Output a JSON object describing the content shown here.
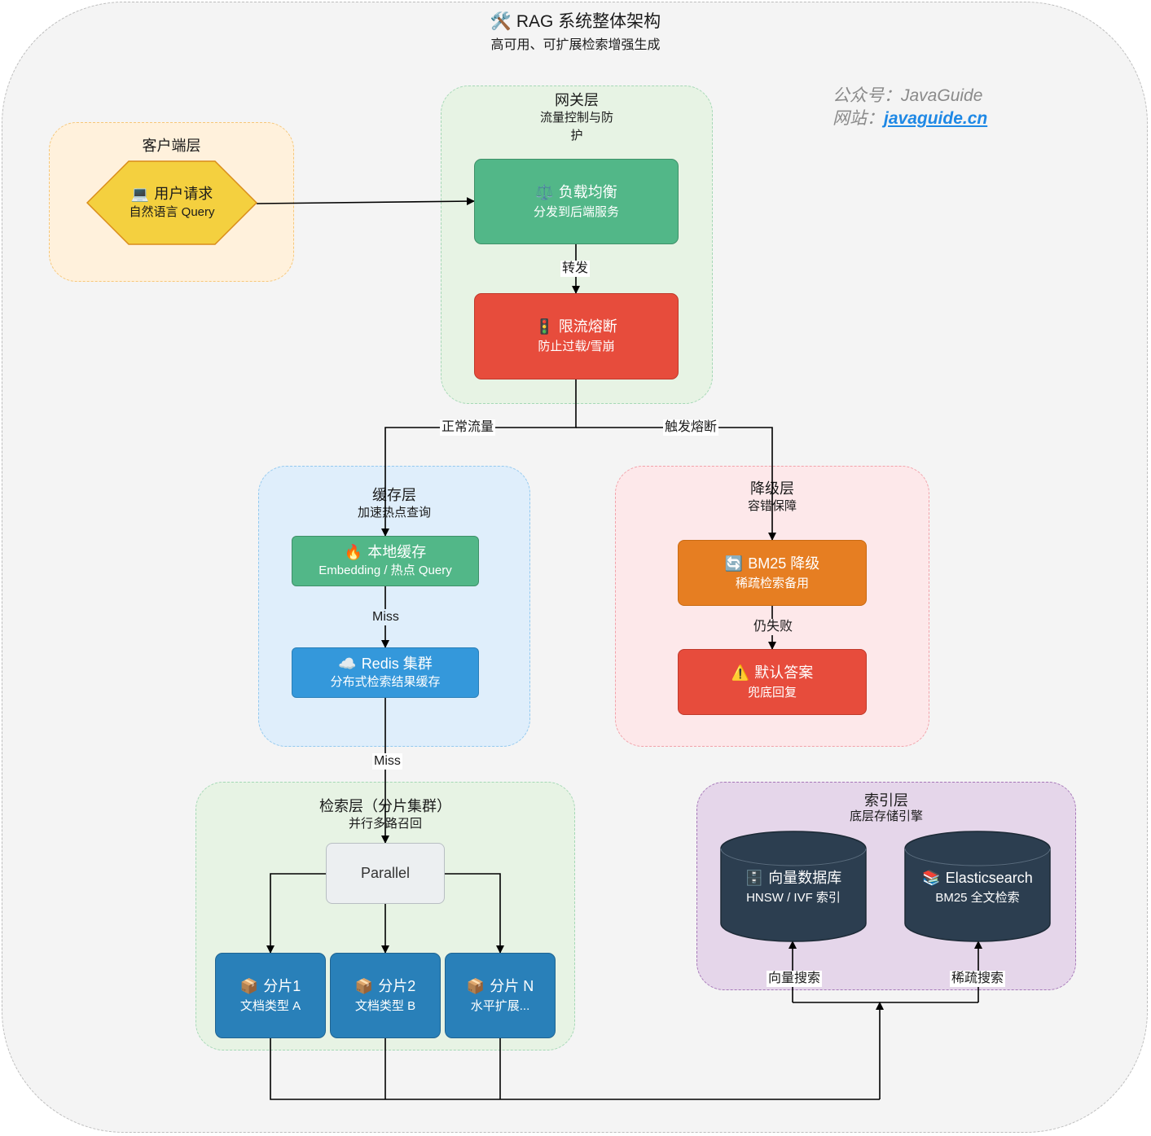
{
  "header": {
    "title_icon": "🛠️",
    "title": "RAG 系统整体架构",
    "subtitle": "高可用、可扩展检索增强生成"
  },
  "brand": {
    "line1": "公众号：JavaGuide",
    "line2_prefix": "网站：",
    "line2_link": "javaguide.cn"
  },
  "client_layer": {
    "title": "客户端层",
    "node": {
      "icon": "laptop-icon",
      "glyph": "💻",
      "title": "用户请求",
      "subtitle": "自然语言 Query"
    }
  },
  "gateway_layer": {
    "title": "网关层",
    "subtitle_line1": "流量控制与防",
    "subtitle_line2": "护",
    "load_balancer": {
      "icon": "balance-scale-icon",
      "glyph": "⚖️",
      "title": "负载均衡",
      "subtitle": "分发到后端服务"
    },
    "rate_limiter": {
      "icon": "fuse-icon",
      "glyph": "🚦",
      "title": "限流熔断",
      "subtitle": "防止过载/雪崩"
    },
    "edge_forward": "转发"
  },
  "routing": {
    "normal": "正常流量",
    "breaker": "触发熔断"
  },
  "cache_layer": {
    "title": "缓存层",
    "subtitle": "加速热点查询",
    "local_cache": {
      "icon": "fire-icon",
      "glyph": "🔥",
      "title": "本地缓存",
      "subtitle": "Embedding / 热点 Query"
    },
    "redis": {
      "icon": "cloud-icon",
      "glyph": "☁️",
      "title": "Redis 集群",
      "subtitle": "分布式检索结果缓存"
    },
    "edge_miss_1": "Miss",
    "edge_miss_2": "Miss"
  },
  "fallback_layer": {
    "title": "降级层",
    "subtitle": "容错保障",
    "bm25": {
      "icon": "refresh-icon",
      "glyph": "🔄",
      "title": "BM25 降级",
      "subtitle": "稀疏检索备用"
    },
    "default": {
      "icon": "warning-icon",
      "glyph": "⚠️",
      "title": "默认答案",
      "subtitle": "兜底回复"
    },
    "edge_still_fail": "仍失败"
  },
  "retrieval_layer": {
    "title": "检索层（分片集群）",
    "subtitle": "并行多路召回",
    "parallel": "Parallel",
    "shards": [
      {
        "icon": "box-icon",
        "glyph": "📦",
        "title": "分片1",
        "subtitle": "文档类型 A"
      },
      {
        "icon": "box-icon",
        "glyph": "📦",
        "title": "分片2",
        "subtitle": "文档类型 B"
      },
      {
        "icon": "box-icon",
        "glyph": "📦",
        "title": "分片 N",
        "subtitle": "水平扩展..."
      }
    ]
  },
  "index_layer": {
    "title": "索引层",
    "subtitle": "底层存储引擎",
    "vector_db": {
      "icon": "file-cabinet-icon",
      "glyph": "🗄️",
      "title": "向量数据库",
      "subtitle": "HNSW / IVF 索引"
    },
    "elasticsearch": {
      "icon": "books-icon",
      "glyph": "📚",
      "title": "Elasticsearch",
      "subtitle": "BM25 全文检索"
    },
    "edge_vector": "向量搜索",
    "edge_sparse": "稀疏搜索"
  },
  "colors": {
    "green_node": "#52b788",
    "red_node": "#e74c3c",
    "orange_node": "#e67e22",
    "blue_node": "#3498db",
    "dark_blue_node": "#2980b9",
    "db_node": "#2c3e50",
    "hexagon": "#f4d03f"
  }
}
